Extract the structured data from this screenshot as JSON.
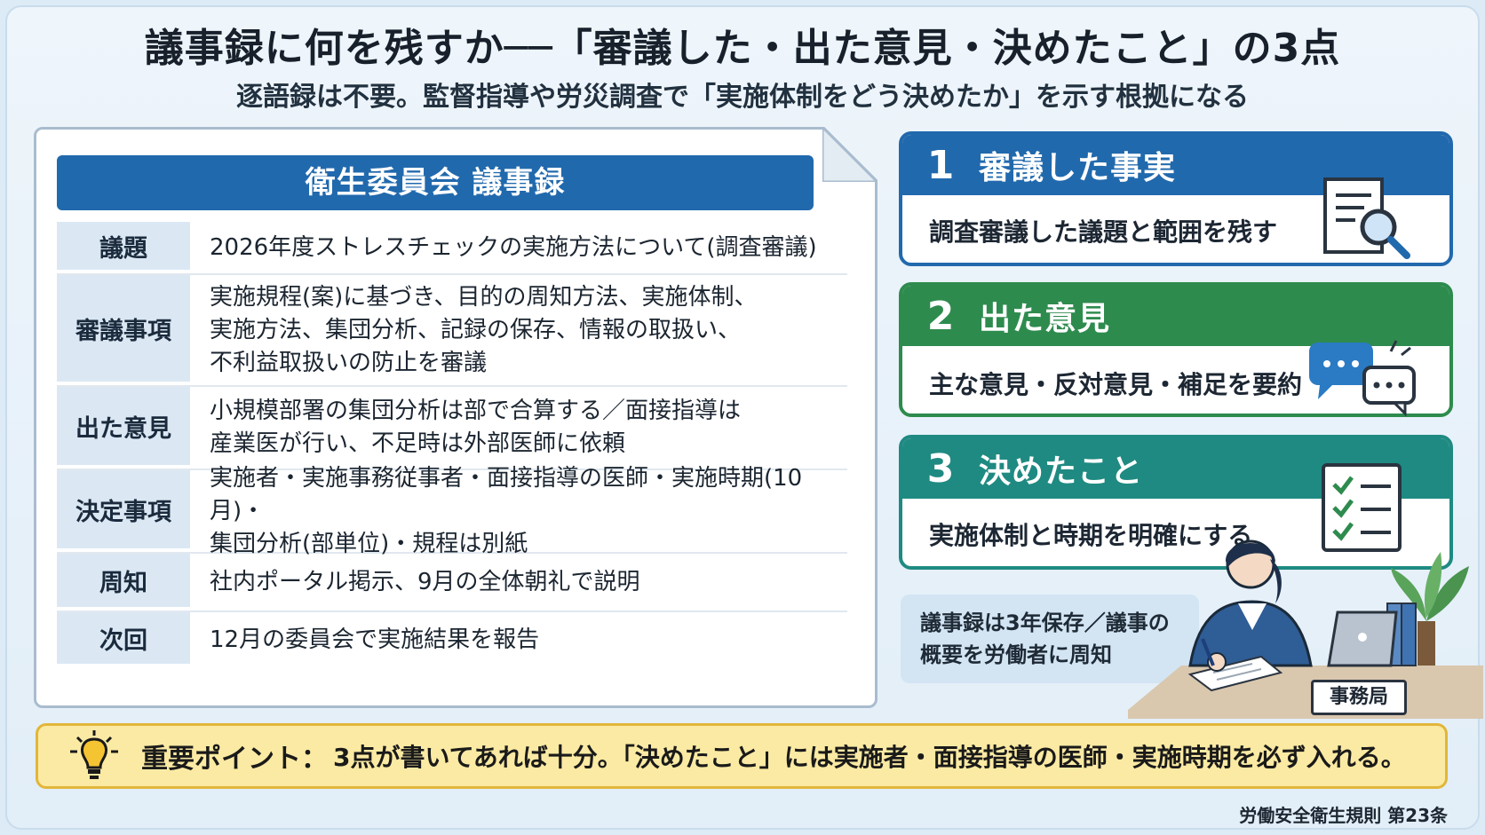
{
  "title": "議事録に何を残すか──「審議した・出た意見・決めたこと」の3点",
  "subtitle": "逐語録は不要。監督指導や労災調査で「実施体制をどう決めたか」を示す根拠になる",
  "document": {
    "header": "衛生委員会 議事録",
    "rows": [
      {
        "label": "議題",
        "lines": [
          "2026年度ストレスチェックの実施方法について(調査審議)"
        ]
      },
      {
        "label": "審議事項",
        "lines": [
          "実施規程(案)に基づき、目的の周知方法、実施体制、",
          "実施方法、集団分析、記録の保存、情報の取扱い、",
          "不利益取扱いの防止を審議"
        ]
      },
      {
        "label": "出た意見",
        "lines": [
          "小規模部署の集団分析は部で合算する／面接指導は",
          "産業医が行い、不足時は外部医師に依頼"
        ]
      },
      {
        "label": "決定事項",
        "lines": [
          "実施者・実施事務従事者・面接指導の医師・実施時期(10月)・",
          "集団分析(部単位)・規程は別紙"
        ]
      },
      {
        "label": "周知",
        "lines": [
          "社内ポータル掲示、9月の全体朝礼で説明"
        ]
      },
      {
        "label": "次回",
        "lines": [
          "12月の委員会で実施結果を報告"
        ]
      }
    ]
  },
  "cards": [
    {
      "num": "1",
      "title": "審議した事実",
      "body": "調査審議した議題と範囲を残す",
      "color": "#2169ad",
      "icon": "document-search-icon"
    },
    {
      "num": "2",
      "title": "出た意見",
      "body": "主な意見・反対意見・補足を要約",
      "color": "#2e8b4e",
      "icon": "speech-bubbles-icon"
    },
    {
      "num": "3",
      "title": "決めたこと",
      "body": "実施体制と時期を明確にする",
      "color": "#1f8a82",
      "icon": "checklist-icon"
    }
  ],
  "note": {
    "lines": [
      "議事録は3年保存／議事の",
      "概要を労働者に周知"
    ]
  },
  "illustration": {
    "badge": "事務局"
  },
  "point": {
    "label": "重要ポイント：",
    "text": "3点が書いてあれば十分。「決めたこと」には実施者・面接指導の医師・実施時期を必ず入れる。"
  },
  "source": "労働安全衛生規則 第23条"
}
